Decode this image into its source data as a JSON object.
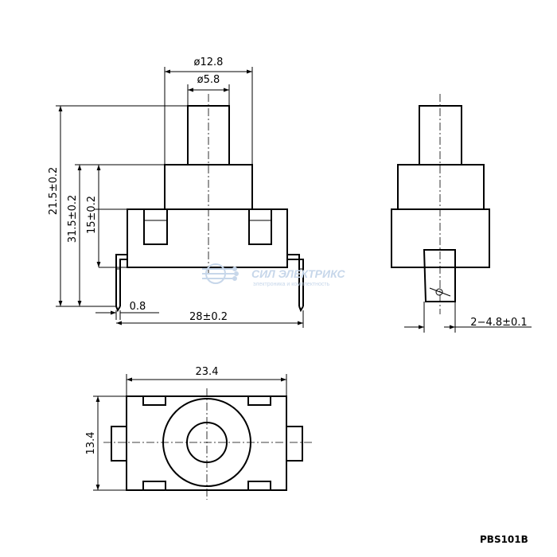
{
  "front_view": {
    "dim_diameter_outer": "ø12.8",
    "dim_diameter_inner": "ø5.8",
    "dim_height_total": "21.5±0.2",
    "dim_height_mid": "31.5±0.2",
    "dim_height_body": "15±0.2",
    "dim_pin_thickness": "0.8",
    "dim_pin_span": "28±0.2"
  },
  "side_view": {
    "dim_terminal": "2−4.8±0.1"
  },
  "top_view": {
    "dim_width": "23.4",
    "dim_height": "13.4"
  },
  "watermark": {
    "brand": "СИЛ ЭЛЕКТРИКС",
    "tagline": "электроника и комплектность"
  },
  "part_number": "PBS101B"
}
